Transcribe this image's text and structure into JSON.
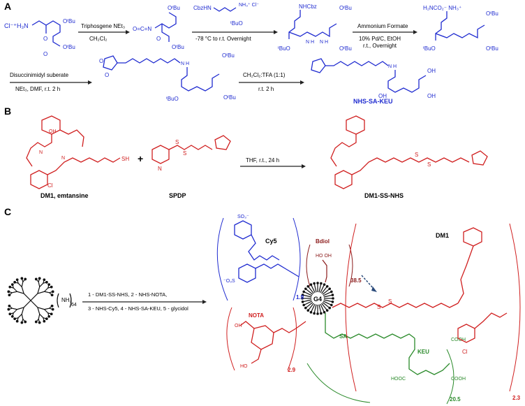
{
  "panels": {
    "a": {
      "label": "A",
      "reactant_ion": "Cl⁻⁺H₃N",
      "reactant_ester_top": "OᵗBu",
      "reactant_ester_bottom": "OᵗBu",
      "step1_reagent": "Triphosgene NEt₃",
      "step1_solvent": "CH₂Cl₂",
      "isocyanate": "O=C=N",
      "lysine_reagent_protect": "CbzHN",
      "lysine_reagent_ion": "NH₃⁺ Cl⁻",
      "lysine_reagent_ester": "ᵗBuO",
      "step2_conditions": "-78 °C to r.t. Overnight",
      "product1_protect": "NHCbz",
      "step3_reagent": "Ammonium Formate",
      "step3_catalyst": "10% Pd/C, EtOH",
      "step3_time": "r.t., Overnight",
      "product2_ion": "H₂NCO₂⁻ NH₃⁺",
      "step4_reagent": "Disuccinimidyl suberate",
      "step4_conditions": "NEt₃, DMF, r.t. 2 h",
      "step5_reagent": "CH₂Cl₂:TFA (1:1)",
      "step5_conditions": "r.t. 2 h",
      "product_name": "NHS-SA-KEU",
      "amide_nh": "N H",
      "acid": "OH"
    },
    "b": {
      "label": "B",
      "dm1_name": "DM1, emtansine",
      "spdp_name": "SPDP",
      "plus": "+",
      "conditions": "THF, r.t., 24 h",
      "product_name": "DM1-SS-NHS",
      "thiol": "SH",
      "chloro": "Cl",
      "hydroxy": "OH",
      "n": "N",
      "s": "S"
    },
    "c": {
      "label": "C",
      "dendrimer_amine": "NH₂",
      "dendrimer_count": "64",
      "steps": [
        "1 - DM1-SS-NHS, 2 - NHS-NOTA,",
        "3 - NHS-Cy5, 4 - NHS-SA-KEU, 5 - glycidol"
      ],
      "core": "G4",
      "cy5_label": "Cy5",
      "cy5_sulfonate_top": "SO₃⁻",
      "cy5_sulfonate_bottom": "⁻O₃S",
      "bdiol_label": "Bdiol",
      "bdiol_hydroxy": "HO OH",
      "nota_label": "NOTA",
      "dm1_label": "DM1",
      "sa_label": "SA",
      "keu_label": "KEU",
      "keu_acid_top": "COOH",
      "keu_acid_bottom": "COOH",
      "keu_acid_left": "HOOC",
      "counts": {
        "cy5": "1.9",
        "bdiol": "38.5",
        "nota": "2.9",
        "keu": "20.5",
        "dm1": "2.3"
      }
    }
  },
  "colors": {
    "blue": "#1f2bd0",
    "red": "#d01f1f",
    "green": "#2a8a2a",
    "dark_red": "#8b1a1a",
    "arrow_dashed": "#2a4a7a"
  }
}
